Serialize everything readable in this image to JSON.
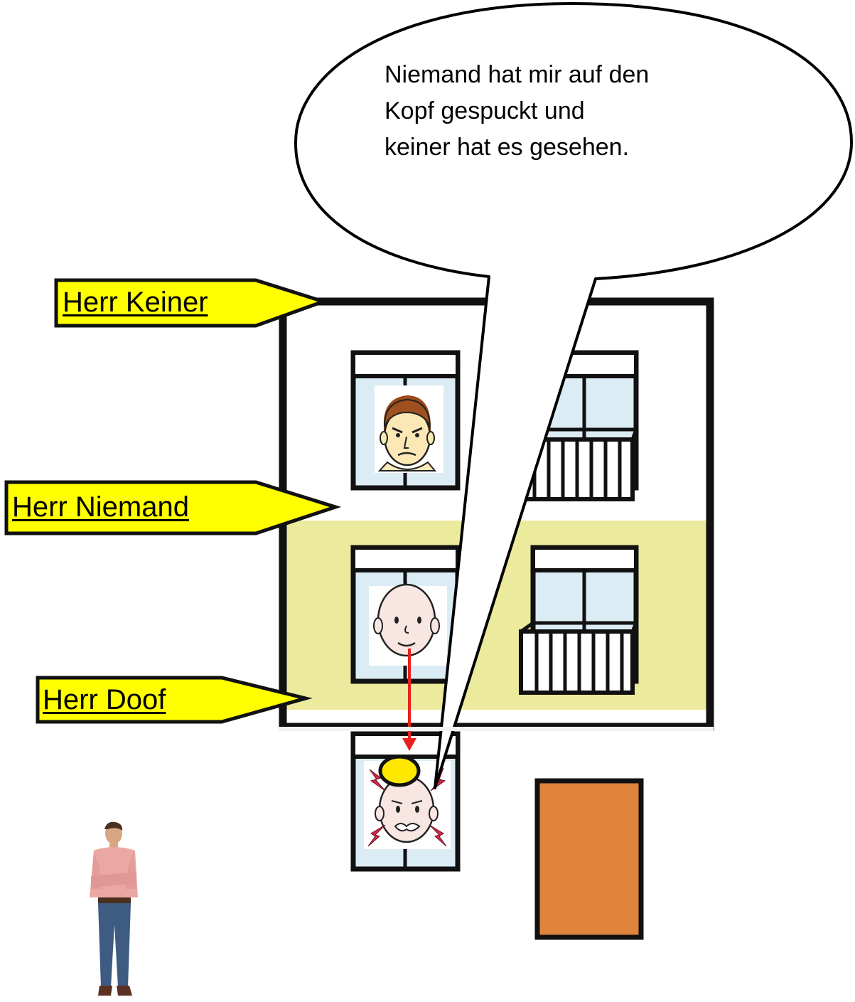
{
  "speech_bubble": {
    "lines": [
      "Niemand hat mir auf den",
      "Kopf gespuckt und",
      "keiner hat es gesehen."
    ]
  },
  "labels": {
    "keiner": "Herr Keiner",
    "niemand": "Herr Niemand",
    "doof": "Herr Doof"
  },
  "colors": {
    "label_fill": "#ffff00",
    "highlight_floor": "#ecea9c",
    "door": "#e0843c",
    "window_glass": "#dcecf5",
    "arrow": "#e8201e",
    "spit": "#ffe800",
    "outline": "#111111"
  },
  "icons": [
    "angry-face-icon",
    "smiling-bald-face-icon",
    "hurt-bald-face-icon",
    "standing-man-photo",
    "spit-drop-icon",
    "pain-lightning-icon"
  ]
}
